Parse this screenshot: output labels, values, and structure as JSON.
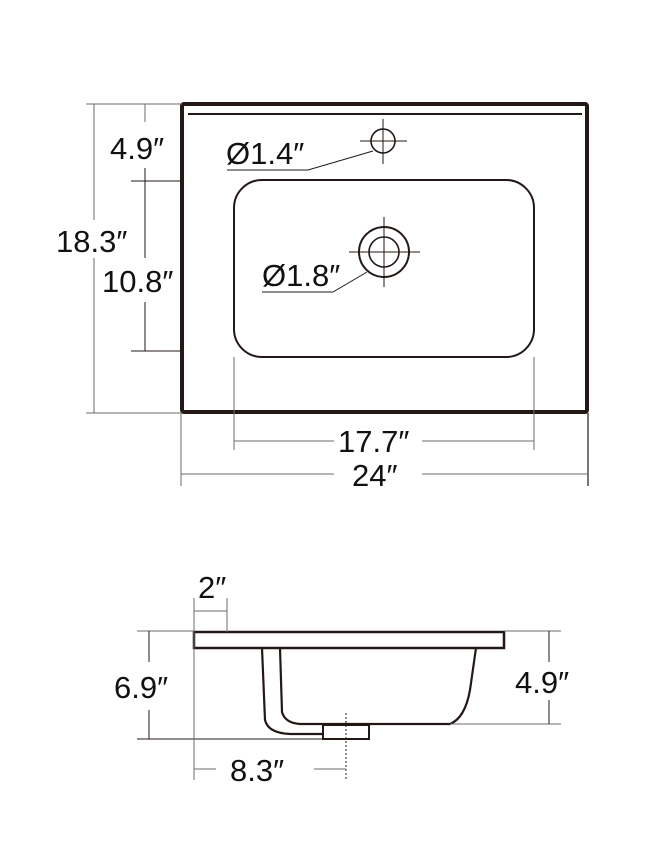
{
  "diagram": {
    "type": "technical-drawing",
    "subject": "Rectangular vanity sink top with integrated basin",
    "colors": {
      "outline": "#231815",
      "dimension_line": "#6b6b6b",
      "text": "#111111",
      "background": "#ffffff"
    },
    "top_view": {
      "overall_width": "24″",
      "overall_depth": "18.3″",
      "basin_width": "17.7″",
      "basin_depth": "10.8″",
      "back_to_basin": "4.9″",
      "faucet_hole": "Ø1.4″",
      "drain_hole": "Ø1.8″"
    },
    "side_view": {
      "deck_width": "2″",
      "total_height": "6.9″",
      "basin_depth": "4.9″",
      "drain_offset": "8.3″"
    }
  }
}
